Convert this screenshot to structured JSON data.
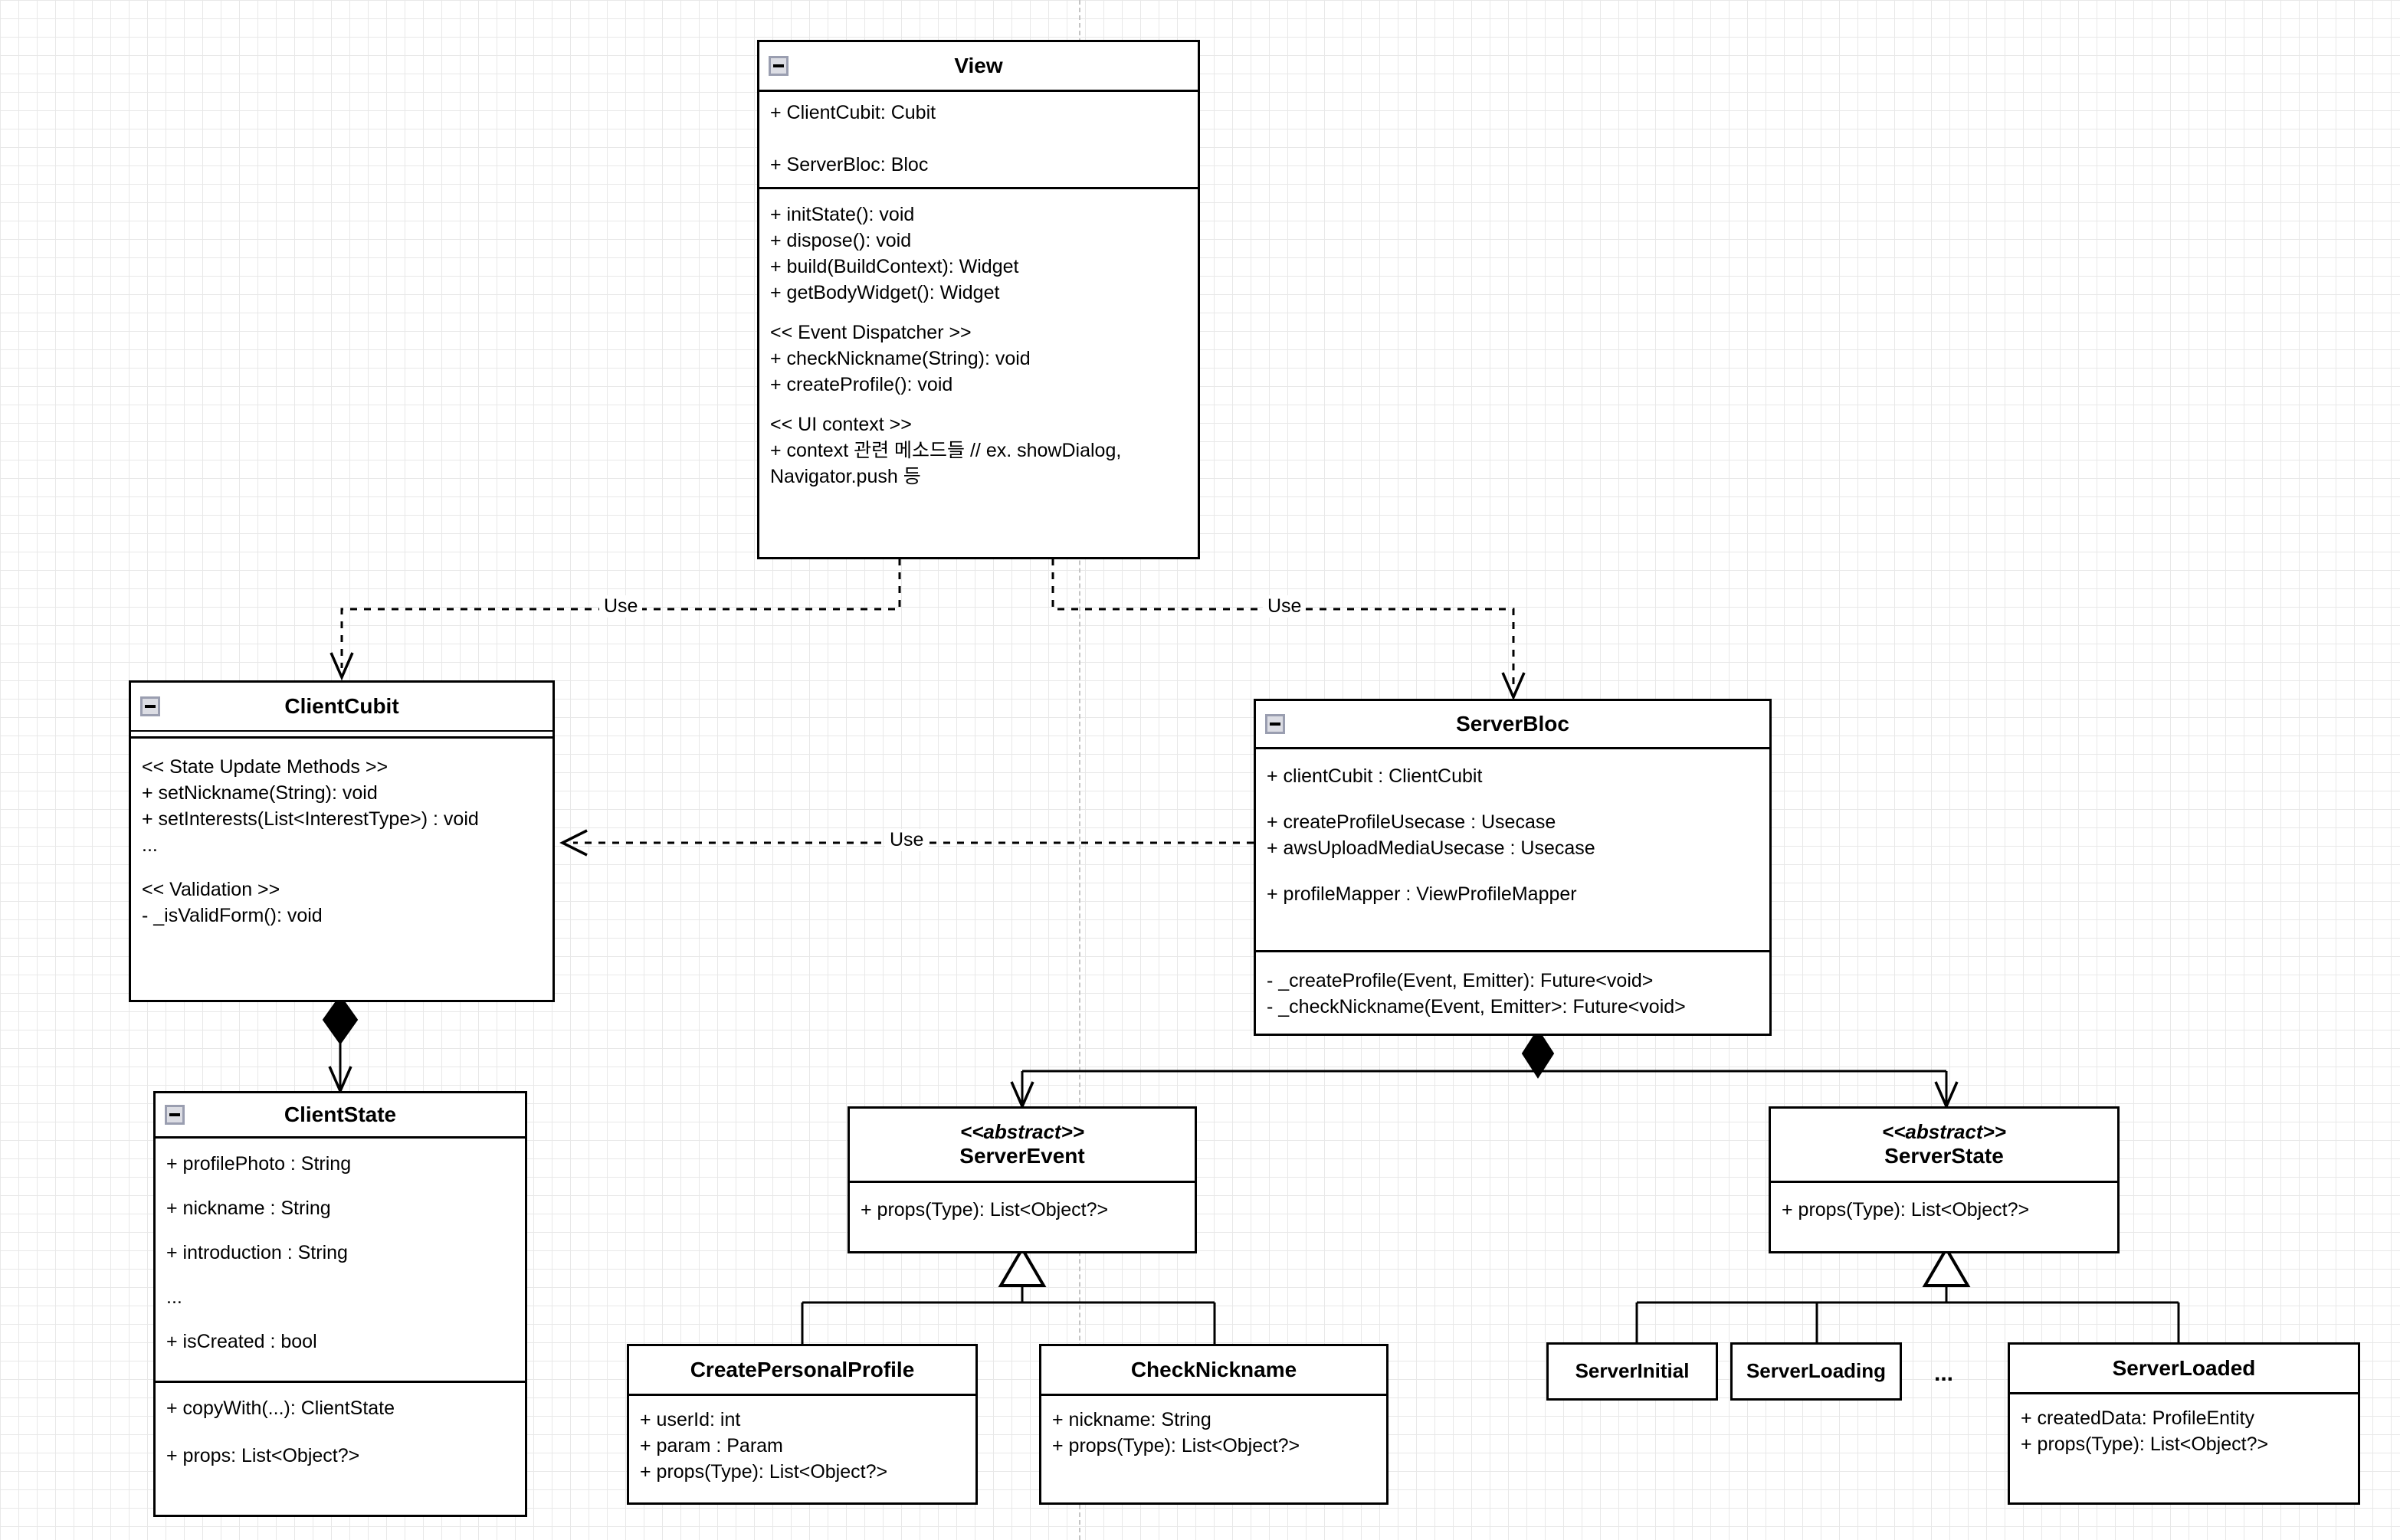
{
  "diagram": {
    "kind": "uml-class-diagram",
    "background": "#ffffff",
    "grid_color": "#e8e8e8",
    "grid_major_color": "#c8c8c8",
    "line_color": "#000000"
  },
  "classes": {
    "view": {
      "name": "View",
      "collapse_icon": "collapse-minus-icon",
      "attributes": [
        "+ ClientCubit: Cubit",
        "+ ServerBloc: Bloc"
      ],
      "methods_group_1": [
        "+ initState(): void",
        "+ dispose(): void",
        "+ build(BuildContext): Widget",
        "+ getBodyWidget(): Widget"
      ],
      "methods_group_2_header": "<< Event Dispatcher >>",
      "methods_group_2": [
        "+ checkNickname(String): void",
        "+ createProfile(): void"
      ],
      "methods_group_3_header": "<< UI context >>",
      "methods_group_3": [
        "+ context 관련 메소드들 // ex. showDialog, Navigator.push 등"
      ]
    },
    "client_cubit": {
      "name": "ClientCubit",
      "collapse_icon": "collapse-minus-icon",
      "methods_group_1_header": "<< State Update Methods >>",
      "methods_group_1": [
        "+ setNickname(String): void",
        "+ setInterests(List<InterestType>) : void",
        "..."
      ],
      "methods_group_2_header": "<< Validation >>",
      "methods_group_2": [
        "- _isValidForm(): void"
      ]
    },
    "server_bloc": {
      "name": "ServerBloc",
      "collapse_icon": "collapse-minus-icon",
      "attributes_group_1": [
        "+ clientCubit : ClientCubit"
      ],
      "attributes_group_2": [
        "+ createProfileUsecase : Usecase",
        "+ awsUploadMediaUsecase : Usecase"
      ],
      "attributes_group_3": [
        "+ profileMapper : ViewProfileMapper"
      ],
      "methods": [
        "- _createProfile(Event, Emitter): Future<void>",
        "- _checkNickname(Event, Emitter>: Future<void>"
      ]
    },
    "client_state": {
      "name": "ClientState",
      "collapse_icon": "collapse-minus-icon",
      "attributes": [
        "+ profilePhoto : String",
        "+ nickname : String",
        "+ introduction : String",
        "...",
        "+ isCreated : bool"
      ],
      "methods": [
        "+ copyWith(...): ClientState",
        "+ props: List<Object?>"
      ]
    },
    "server_event": {
      "stereotype": "<<abstract>>",
      "name": "ServerEvent",
      "methods": [
        "+ props(Type): List<Object?>"
      ]
    },
    "server_state": {
      "stereotype": "<<abstract>>",
      "name": "ServerState",
      "methods": [
        "+ props(Type): List<Object?>"
      ]
    },
    "create_personal_profile": {
      "name": "CreatePersonalProfile",
      "attributes": [
        "+ userId: int",
        "+ param : Param",
        "+ props(Type): List<Object?>"
      ]
    },
    "check_nickname": {
      "name": "CheckNickname",
      "attributes": [
        "+ nickname: String",
        "+ props(Type): List<Object?>"
      ]
    },
    "server_initial": {
      "name": "ServerInitial"
    },
    "server_loading": {
      "name": "ServerLoading"
    },
    "server_states_ellipsis": {
      "name": "..."
    },
    "server_loaded": {
      "name": "ServerLoaded",
      "attributes": [
        "+ createdData: ProfileEntity",
        "+ props(Type): List<Object?>"
      ]
    }
  },
  "relationships": [
    {
      "id": "view-to-clientcubit",
      "type": "dependency",
      "label": "Use",
      "from": "View",
      "to": "ClientCubit"
    },
    {
      "id": "view-to-serverbloc",
      "type": "dependency",
      "label": "Use",
      "from": "View",
      "to": "ServerBloc"
    },
    {
      "id": "serverbloc-to-clientcubit",
      "type": "dependency",
      "label": "Use",
      "from": "ServerBloc",
      "to": "ClientCubit"
    },
    {
      "id": "clientcubit-to-clientstate",
      "type": "composition",
      "label": "",
      "from": "ClientCubit",
      "to": "ClientState"
    },
    {
      "id": "serverbloc-to-serverevent",
      "type": "composition",
      "label": "",
      "from": "ServerBloc",
      "to": "ServerEvent"
    },
    {
      "id": "serverbloc-to-serverstate",
      "type": "composition",
      "label": "",
      "from": "ServerBloc",
      "to": "ServerState"
    },
    {
      "id": "createpersonalprofile-to-serverevent",
      "type": "generalization",
      "label": "",
      "from": "CreatePersonalProfile",
      "to": "ServerEvent"
    },
    {
      "id": "checknickname-to-serverevent",
      "type": "generalization",
      "label": "",
      "from": "CheckNickname",
      "to": "ServerEvent"
    },
    {
      "id": "serverinitial-to-serverstate",
      "type": "generalization",
      "label": "",
      "from": "ServerInitial",
      "to": "ServerState"
    },
    {
      "id": "serverloading-to-serverstate",
      "type": "generalization",
      "label": "",
      "from": "ServerLoading",
      "to": "ServerState"
    },
    {
      "id": "serverloaded-to-serverstate",
      "type": "generalization",
      "label": "",
      "from": "ServerLoaded",
      "to": "ServerState"
    }
  ],
  "edge_labels": {
    "use_1": "Use",
    "use_2": "Use",
    "use_3": "Use"
  }
}
